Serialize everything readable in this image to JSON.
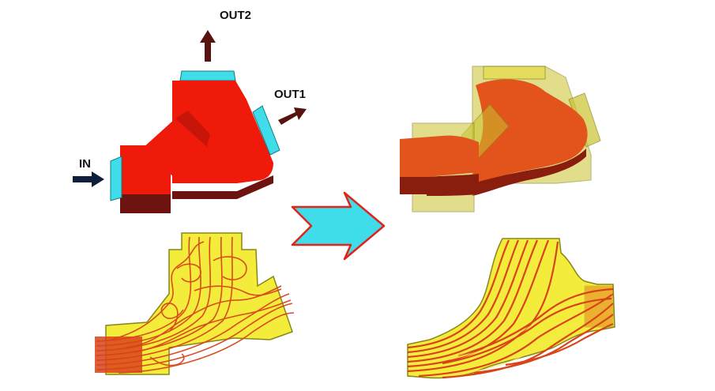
{
  "labels": {
    "inlet": "IN",
    "outlet1": "OUT1",
    "outlet2": "OUT2"
  },
  "colors": {
    "body_red": "#f01a0a",
    "body_dark": "#6e1410",
    "port_cyan": "#3fdcea",
    "arrow_dark": "#5a120e",
    "arrow_in": "#0f1e3c",
    "yellow_box": "#f4ec3a",
    "olive_glass": "#c9c22e",
    "orange_shape": "#e2541c",
    "streamline": "#d8431a",
    "transition_arrow_fill": "#3fdcea",
    "transition_arrow_edge": "#e0241c"
  },
  "icons": {
    "transition": "right-arrow-icon",
    "inlet": "inlet-arrow-icon",
    "outlet1": "outlet-arrow-icon",
    "outlet2": "outlet-arrow-icon"
  }
}
